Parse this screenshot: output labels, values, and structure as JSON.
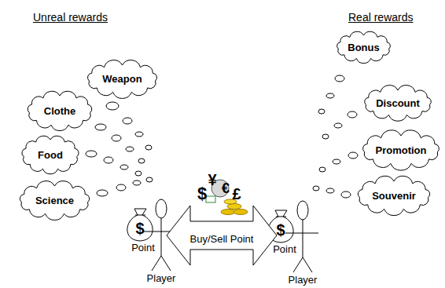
{
  "diagram": {
    "nodes": [
      {
        "text": [
          "Weapon"
        ]
      },
      {
        "text": [
          "Clothe"
        ]
      },
      {
        "text": [
          "Food"
        ]
      },
      {
        "text": [
          "Science"
        ]
      },
      {
        "text": [
          "Bonus"
        ]
      },
      {
        "text": [
          "Discount"
        ]
      },
      {
        "text": [
          "Promotion"
        ]
      },
      {
        "text": [
          "Souvenir"
        ]
      },
      {
        "text": [
          "Player"
        ]
      },
      {
        "text": [
          "Player"
        ]
      }
    ],
    "edges": [
      {
        "from": 8,
        "to": 9,
        "label": "Buy/Sell Point",
        "arrow": "both"
      }
    ],
    "labels": [
      "Unreal rewards",
      "Real rewards",
      "$",
      "Point",
      "$",
      "¥",
      "€",
      "£",
      "$",
      "Point"
    ]
  }
}
